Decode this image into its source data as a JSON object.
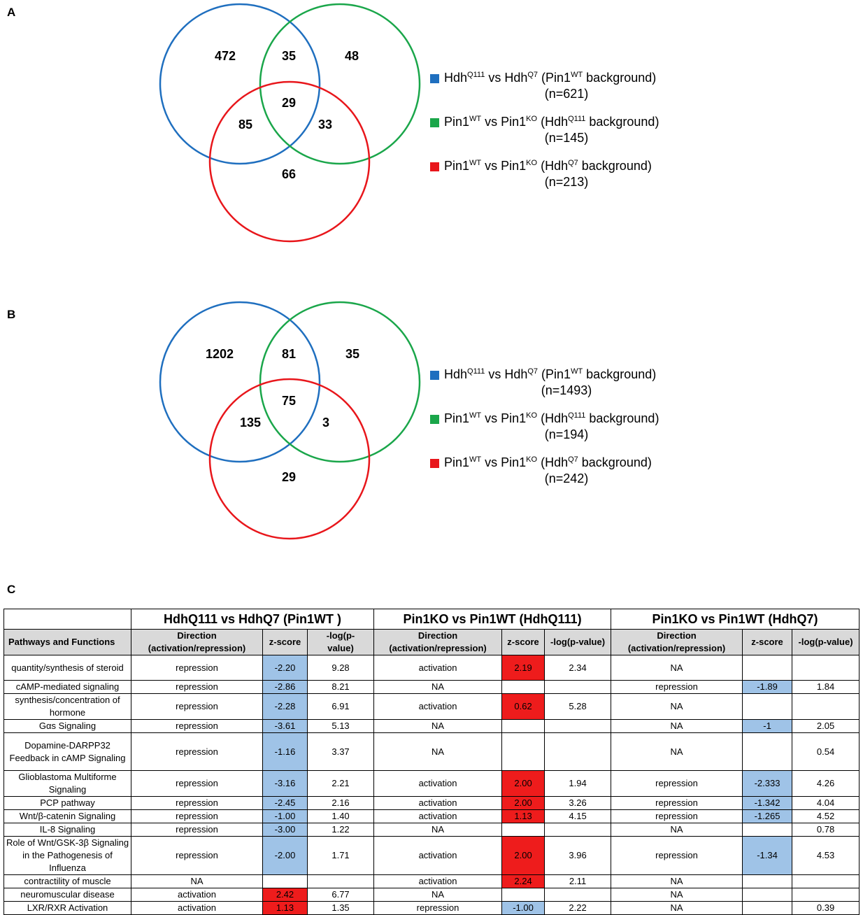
{
  "panels": {
    "a": {
      "letter": "A",
      "venn": {
        "only_blue": "472",
        "blue_green": "35",
        "only_green": "48",
        "all_three": "29",
        "blue_red": "85",
        "green_red": "33",
        "only_red": "66"
      },
      "legend": [
        {
          "color": "#1f6fbf",
          "pre": "Hdh",
          "sup1": "Q111",
          "mid": " vs Hdh",
          "sup2": "Q7",
          "mid2": " (Pin1",
          "sup3": "WT",
          "post": " background)",
          "n": "(n=621)"
        },
        {
          "color": "#1aa64a",
          "pre": "Pin1",
          "sup1": "WT",
          "mid": " vs Pin1",
          "sup2": "KO",
          "mid2": " (Hdh",
          "sup3": "Q111",
          "post": " background)",
          "n": "(n=145)"
        },
        {
          "color": "#e8161b",
          "pre": "Pin1",
          "sup1": "WT",
          "mid": " vs Pin1",
          "sup2": "KO",
          "mid2": " (Hdh",
          "sup3": "Q7",
          "post": " background)",
          "n": "(n=213)"
        }
      ]
    },
    "b": {
      "letter": "B",
      "venn": {
        "only_blue": "1202",
        "blue_green": "81",
        "only_green": "35",
        "all_three": "75",
        "blue_red": "135",
        "green_red": "3",
        "only_red": "29"
      },
      "legend": [
        {
          "color": "#1f6fbf",
          "pre": "Hdh",
          "sup1": "Q111",
          "mid": " vs Hdh",
          "sup2": "Q7",
          "mid2": " (Pin1",
          "sup3": "WT",
          "post": " background)",
          "n": "(n=1493)"
        },
        {
          "color": "#1aa64a",
          "pre": "Pin1",
          "sup1": "WT",
          "mid": " vs Pin1",
          "sup2": "KO",
          "mid2": " (Hdh",
          "sup3": "Q111",
          "post": " background)",
          "n": "(n=194)"
        },
        {
          "color": "#e8161b",
          "pre": "Pin1",
          "sup1": "WT",
          "mid": " vs Pin1",
          "sup2": "KO",
          "mid2": " (Hdh",
          "sup3": "Q7",
          "post": " background)",
          "n": "(n=242)"
        }
      ]
    },
    "c": {
      "letter": "C",
      "groups": [
        "HdhQ111 vs HdhQ7 (Pin1WT )",
        "Pin1KO vs Pin1WT (HdhQ111)",
        "Pin1KO vs Pin1WT (HdhQ7)"
      ],
      "first_header": "Pathways and Functions",
      "sub_headers": [
        "Direction (activation/repression)",
        "z-score",
        "-log(p-value)"
      ],
      "sub_header_g1_p": "-log(p-\nvalue)",
      "rows": [
        {
          "name": "quantity/synthesis of steroid",
          "c": [
            [
              "repression",
              "-2.20",
              "9.28"
            ],
            [
              "activation",
              "2.19",
              "2.34"
            ],
            [
              "NA",
              "",
              ""
            ]
          ],
          "z": [
            "blue",
            "red",
            ""
          ]
        },
        {
          "name": "cAMP-mediated signaling",
          "c": [
            [
              "repression",
              "-2.86",
              "8.21"
            ],
            [
              "NA",
              "",
              ""
            ],
            [
              "repression",
              "-1.89",
              "1.84"
            ]
          ],
          "z": [
            "blue",
            "",
            "blue"
          ]
        },
        {
          "name": "synthesis/concentration of hormone",
          "c": [
            [
              "repression",
              "-2.28",
              "6.91"
            ],
            [
              "activation",
              "0.62",
              "5.28"
            ],
            [
              "NA",
              "",
              ""
            ]
          ],
          "z": [
            "blue",
            "red",
            ""
          ]
        },
        {
          "name": "Gαs Signaling",
          "c": [
            [
              "repression",
              "-3.61",
              "5.13"
            ],
            [
              "NA",
              "",
              ""
            ],
            [
              "NA",
              "-1",
              "2.05"
            ]
          ],
          "z": [
            "blue",
            "",
            "blue"
          ]
        },
        {
          "name": "Dopamine-DARPP32 Feedback in cAMP Signaling",
          "c": [
            [
              "repression",
              "-1.16",
              "3.37"
            ],
            [
              "NA",
              "",
              ""
            ],
            [
              "NA",
              "",
              "0.54"
            ]
          ],
          "z": [
            "blue",
            "",
            ""
          ]
        },
        {
          "name": "Glioblastoma Multiforme Signaling",
          "c": [
            [
              "repression",
              "-3.16",
              "2.21"
            ],
            [
              "activation",
              "2.00",
              "1.94"
            ],
            [
              "repression",
              "-2.333",
              "4.26"
            ]
          ],
          "z": [
            "blue",
            "red",
            "blue"
          ]
        },
        {
          "name": "PCP pathway",
          "c": [
            [
              "repression",
              "-2.45",
              "2.16"
            ],
            [
              "activation",
              "2.00",
              "3.26"
            ],
            [
              "repression",
              "-1.342",
              "4.04"
            ]
          ],
          "z": [
            "blue",
            "red",
            "blue"
          ]
        },
        {
          "name": "Wnt/β-catenin Signaling",
          "c": [
            [
              "repression",
              "-1.00",
              "1.40"
            ],
            [
              "activation",
              "1.13",
              "4.15"
            ],
            [
              "repression",
              "-1.265",
              "4.52"
            ]
          ],
          "z": [
            "blue",
            "red",
            "blue"
          ]
        },
        {
          "name": "IL-8 Signaling",
          "c": [
            [
              "repression",
              "-3.00",
              "1.22"
            ],
            [
              "NA",
              "",
              ""
            ],
            [
              "NA",
              "",
              "0.78"
            ]
          ],
          "z": [
            "blue",
            "",
            ""
          ]
        },
        {
          "name": "Role of Wnt/GSK-3β Signaling in the Pathogenesis of Influenza",
          "c": [
            [
              "repression",
              "-2.00",
              "1.71"
            ],
            [
              "activation",
              "2.00",
              "3.96"
            ],
            [
              "repression",
              "-1.34",
              "4.53"
            ]
          ],
          "z": [
            "blue",
            "red",
            "blue"
          ]
        },
        {
          "name": "contractility of muscle",
          "c": [
            [
              "NA",
              "",
              ""
            ],
            [
              "activation",
              "2.24",
              "2.11"
            ],
            [
              "NA",
              "",
              ""
            ]
          ],
          "z": [
            "",
            "red",
            ""
          ]
        },
        {
          "name": "neuromuscular disease",
          "c": [
            [
              "activation",
              "2.42",
              "6.77"
            ],
            [
              "NA",
              "",
              ""
            ],
            [
              "NA",
              "",
              ""
            ]
          ],
          "z": [
            "red",
            "",
            ""
          ]
        },
        {
          "name": "LXR/RXR Activation",
          "c": [
            [
              "activation",
              "1.13",
              "1.35"
            ],
            [
              "repression",
              "-1.00",
              "2.22"
            ],
            [
              "NA",
              "",
              "0.39"
            ]
          ],
          "z": [
            "red",
            "blue",
            ""
          ]
        }
      ]
    }
  },
  "colors": {
    "blue_circle": "#1f6fbf",
    "green_circle": "#1aa64a",
    "red_circle": "#e8161b",
    "z_blue": "#9fc3e7",
    "z_red": "#ee1c1c"
  }
}
